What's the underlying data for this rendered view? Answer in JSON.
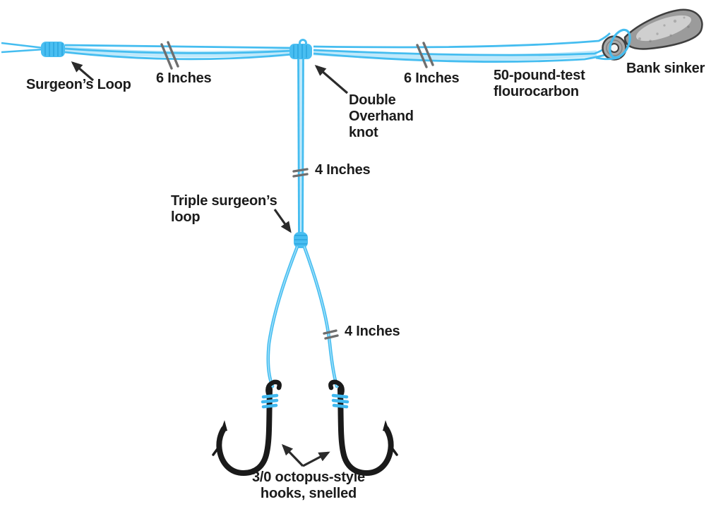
{
  "diagram": {
    "name": "hi-lo bottom fishing rig diagram",
    "colors": {
      "background": "#ffffff",
      "line_blue": "#45BDF0",
      "line_blue_light": "#BFE9FB",
      "knot_blue": "#49BEF1",
      "knot_stripe_blue": "#1F9CD8",
      "text": "#1b1b1b",
      "arrow": "#2b2b2b",
      "break_mark": "#6e6e6e",
      "hook_black": "#1a1a1a",
      "sinker_gray": "#9b9b9b",
      "sinker_outline": "#3f3f3f",
      "sinker_highlight": "#d8d8d8"
    },
    "labels": {
      "surgeons_loop": "Surgeon’s Loop",
      "six_inches_left": "6 Inches",
      "double_overhand_knot": "Double\nOverhand\nknot",
      "six_inches_right": "6 Inches",
      "fluorocarbon": "50-pound-test\nflourocarbon",
      "bank_sinker": "Bank sinker",
      "four_inches_upper": "4 Inches",
      "triple_surgeons_loop": "Triple surgeon’s\nloop",
      "four_inches_lower": "4 Inches",
      "hooks": "3/0 octopus-style\nhooks, snelled"
    }
  }
}
